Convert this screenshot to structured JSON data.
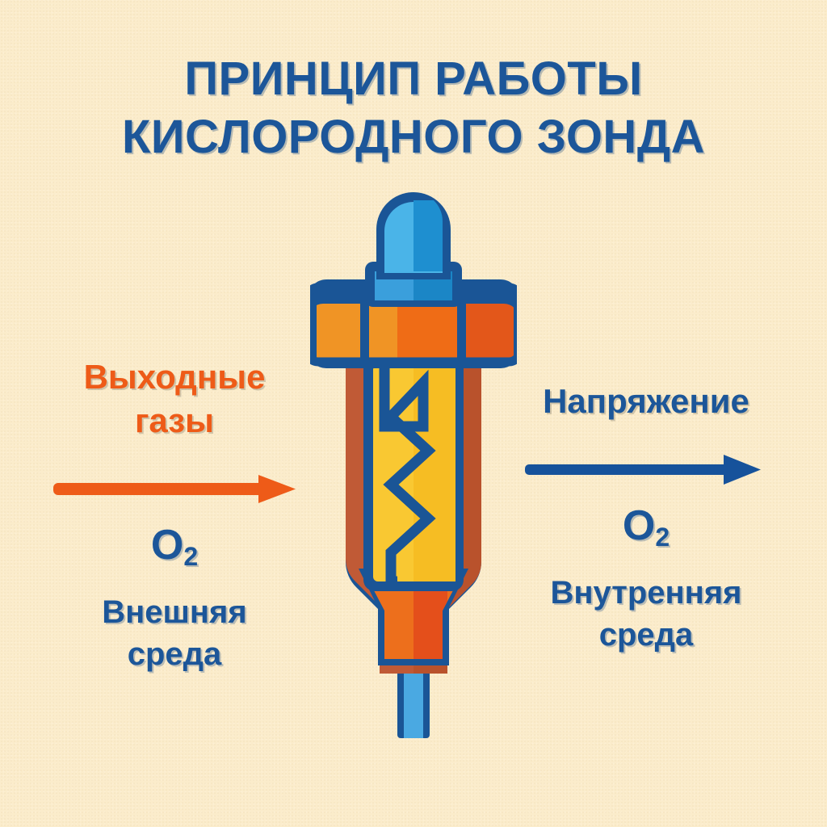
{
  "poster": {
    "background_color": "#fbeccb",
    "title": {
      "line1": "ПРИНЦИП РАБОТЫ",
      "line2": "КИСЛОРОДНОГО ЗОНДА",
      "color": "#1c5699"
    }
  },
  "left": {
    "heading_line1": "Выходные",
    "heading_line2": "газы",
    "heading_color": "#ee5b18",
    "arrow": {
      "name": "exhaust-gas-arrow",
      "direction": "right",
      "color": "#ee5b18"
    },
    "molecule": "O",
    "molecule_sub": "2",
    "molecule_color": "#1c5699",
    "env_line1": "Внешняя",
    "env_line2": "среда",
    "env_color": "#1c5699"
  },
  "right": {
    "heading_line1": "Напряжение",
    "heading_color": "#1c5699",
    "arrow": {
      "name": "voltage-arrow",
      "direction": "right",
      "color": "#16529b"
    },
    "molecule": "O",
    "molecule_sub": "2",
    "molecule_color": "#1c5699",
    "env_line1": "Внутренняя",
    "env_line2": "среда",
    "env_color": "#1c5699"
  },
  "sensor": {
    "name": "oxygen-sensor-illustration",
    "outline_color": "#1a5596",
    "parts": {
      "dome_cap": {
        "label": "dome-cap",
        "color_light": "#4ab4e8",
        "color_dark": "#1e8fd0"
      },
      "collar": {
        "label": "collar",
        "color_light": "#3a9fdc",
        "color_dark": "#1b86c6"
      },
      "hex_nut": {
        "label": "hex-nut",
        "color_left": "#f09425",
        "color_mid": "#ef6c16",
        "color_right": "#e3571a"
      },
      "body_shell": {
        "label": "body-shell",
        "color_left": "#c05a36",
        "color_right": "#c0572f"
      },
      "ceramic_chamber": {
        "label": "ceramic-chamber",
        "color_left": "#f9c832",
        "color_right": "#f8c22a"
      },
      "heater_element": {
        "label": "zigzag-heater-element",
        "color": "#1a5596"
      },
      "tip_cone": {
        "label": "tip-cone",
        "color_left": "#ed6f1c",
        "color_right": "#e44f1b"
      },
      "stem": {
        "label": "stem",
        "color": "#4aa9e2"
      }
    }
  }
}
